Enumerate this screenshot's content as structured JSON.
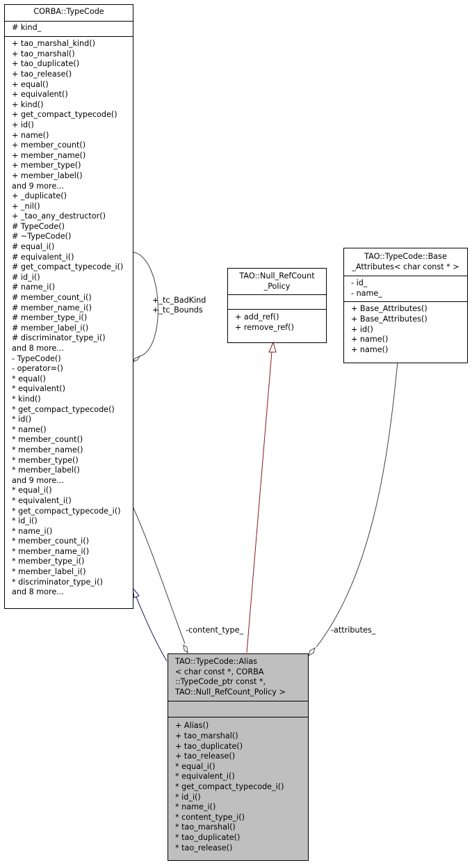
{
  "classes": {
    "typecode": {
      "title": [
        "CORBA::TypeCode"
      ],
      "attributes": [
        "# kind_"
      ],
      "methods": [
        "+ tao_marshal_kind()",
        "+ tao_marshal()",
        "+ tao_duplicate()",
        "+ tao_release()",
        "+ equal()",
        "+ equivalent()",
        "+ kind()",
        "+ get_compact_typecode()",
        "+ id()",
        "+ name()",
        "+ member_count()",
        "+ member_name()",
        "+ member_type()",
        "+ member_label()",
        "and 9 more...",
        "+ _duplicate()",
        "+ _nil()",
        "+ _tao_any_destructor()",
        "# TypeCode()",
        "# ~TypeCode()",
        "# equal_i()",
        "# equivalent_i()",
        "# get_compact_typecode_i()",
        "# id_i()",
        "# name_i()",
        "# member_count_i()",
        "# member_name_i()",
        "# member_type_i()",
        "# member_label_i()",
        "# discriminator_type_i()",
        "and 8 more...",
        "- TypeCode()",
        "- operator=()",
        "* equal()",
        "* equivalent()",
        "* kind()",
        "* get_compact_typecode()",
        "* id()",
        "* name()",
        "* member_count()",
        "* member_name()",
        "* member_type()",
        "* member_label()",
        "and 9 more...",
        "* equal_i()",
        "* equivalent_i()",
        "* get_compact_typecode_i()",
        "* id_i()",
        "* name_i()",
        "* member_count_i()",
        "* member_name_i()",
        "* member_type_i()",
        "* member_label_i()",
        "* discriminator_type_i()",
        "and 8 more..."
      ]
    },
    "nullref": {
      "title": [
        "TAO::Null_RefCount",
        "_Policy"
      ],
      "attributes": [],
      "methods": [
        "+ add_ref()",
        "+ remove_ref()"
      ]
    },
    "baseattr": {
      "title": [
        "TAO::TypeCode::Base",
        "_Attributes< char const * >"
      ],
      "attributes": [
        "- id_",
        "- name_"
      ],
      "methods": [
        "+ Base_Attributes()",
        "+ Base_Attributes()",
        "+ id()",
        "+ name()",
        "+ name()"
      ]
    },
    "alias": {
      "title": [
        "TAO::TypeCode::Alias",
        "< char const *, CORBA",
        "::TypeCode_ptr const *,",
        " TAO::Null_RefCount_Policy >"
      ],
      "attributes": [],
      "methods": [
        "+ Alias()",
        "+ tao_marshal()",
        "+ tao_duplicate()",
        "+ tao_release()",
        "* equal_i()",
        "* equivalent_i()",
        "* get_compact_typecode_i()",
        "* id_i()",
        "* name_i()",
        "* content_type_i()",
        "* tao_marshal()",
        "* tao_duplicate()",
        "* tao_release()"
      ]
    }
  },
  "edge_labels": {
    "self_loop": [
      "+_tc_BadKind",
      "+_tc_Bounds"
    ],
    "content_type": "-content_type_",
    "attributes": "-attributes_"
  },
  "colors": {
    "inheritance": "#191970",
    "template": "#8b1a1a",
    "usage": "#404040",
    "highlight": "#bfbfbf"
  }
}
